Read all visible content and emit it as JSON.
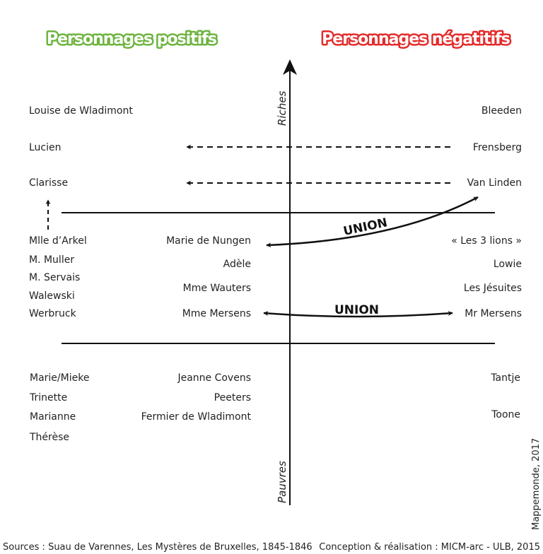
{
  "titles": {
    "positive": "Personnages positifs",
    "negative": "Personnages négatitifs"
  },
  "colors": {
    "positive": "#6db33f",
    "negative": "#e32b2b"
  },
  "axis": {
    "top": "Riches",
    "bottom": "Pauvres"
  },
  "union_labels": [
    "UNION",
    "UNION"
  ],
  "top_band": {
    "left": [
      "Louise de Wladimont",
      "Lucien",
      "Clarisse"
    ],
    "right": [
      "Bleeden",
      "Frensberg",
      "Van Linden"
    ]
  },
  "middle_band": {
    "left": [
      "Mlle d’Arkel",
      "M. Muller",
      "M. Servais",
      "Walewski",
      "Werbruck"
    ],
    "center": [
      "Marie de Nungen",
      "Adèle",
      "Mme Wauters",
      "Mme Mersens"
    ],
    "right": [
      "« Les 3 lions »",
      "Lowie",
      "Les Jésuites",
      "Mr Mersens"
    ]
  },
  "bottom_band": {
    "left": [
      "Marie/Mieke",
      "Trinette",
      "Marianne",
      "Thérèse"
    ],
    "center": [
      "Jeanne Covens",
      "Peeters",
      "Fermier de Wladimont"
    ],
    "right": [
      "Tantje",
      "Toone"
    ]
  },
  "credit_side": "Mappemonde, 2017",
  "footer": {
    "sources": "Sources : Suau de Varennes, Les Mystères de Bruxelles, 1845-1846",
    "conception": "Conception & réalisation : MICM-arc - ULB, 2015"
  }
}
